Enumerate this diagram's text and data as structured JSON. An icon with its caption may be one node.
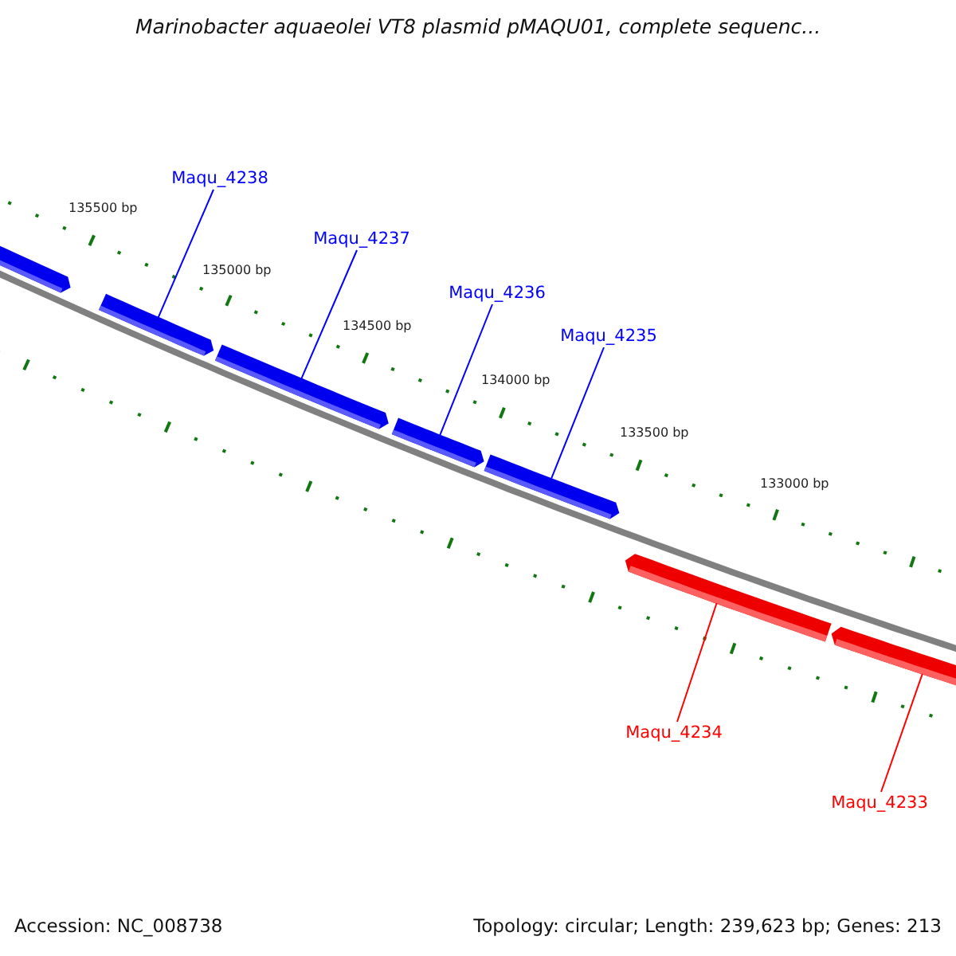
{
  "diagram": {
    "title": "Marinobacter aquaeolei VT8 plasmid pMAQU01, complete sequenc...",
    "nodes": [
      {
        "text": [],
        "shape": "arrow"
      },
      {
        "text": [],
        "shape": "arrow"
      },
      {
        "text": [],
        "shape": "arrow"
      },
      {
        "text": [],
        "shape": "arrow"
      },
      {
        "text": [],
        "shape": "arrow"
      },
      {
        "text": [],
        "shape": "arrow"
      },
      {
        "text": [],
        "shape": "arrow"
      },
      {
        "text": [
          "Maqu_4238"
        ]
      },
      {
        "text": [
          "Maqu_4237"
        ]
      },
      {
        "text": [
          "Maqu_4236"
        ]
      },
      {
        "text": [
          "Maqu_4235"
        ]
      },
      {
        "text": [
          "Maqu_4234"
        ]
      },
      {
        "text": [
          "Maqu_4233"
        ]
      }
    ],
    "edges": [
      {
        "from": 7,
        "to": 1,
        "arrow": "none"
      },
      {
        "from": 8,
        "to": 2,
        "arrow": "none"
      },
      {
        "from": 9,
        "to": 3,
        "arrow": "none"
      },
      {
        "from": 10,
        "to": 4,
        "arrow": "none"
      },
      {
        "from": 11,
        "to": 5,
        "arrow": "none",
        "color": "#ff0000"
      },
      {
        "from": 12,
        "to": 6,
        "arrow": "none",
        "color": "#ff0000"
      }
    ],
    "labels": [
      "135500 bp",
      "135000 bp",
      "134500 bp",
      "134000 bp",
      "133500 bp",
      "133000 bp",
      "Accession: NC_008738",
      "Topology: circular; Length: 239,623 bp; Genes: 213"
    ]
  }
}
